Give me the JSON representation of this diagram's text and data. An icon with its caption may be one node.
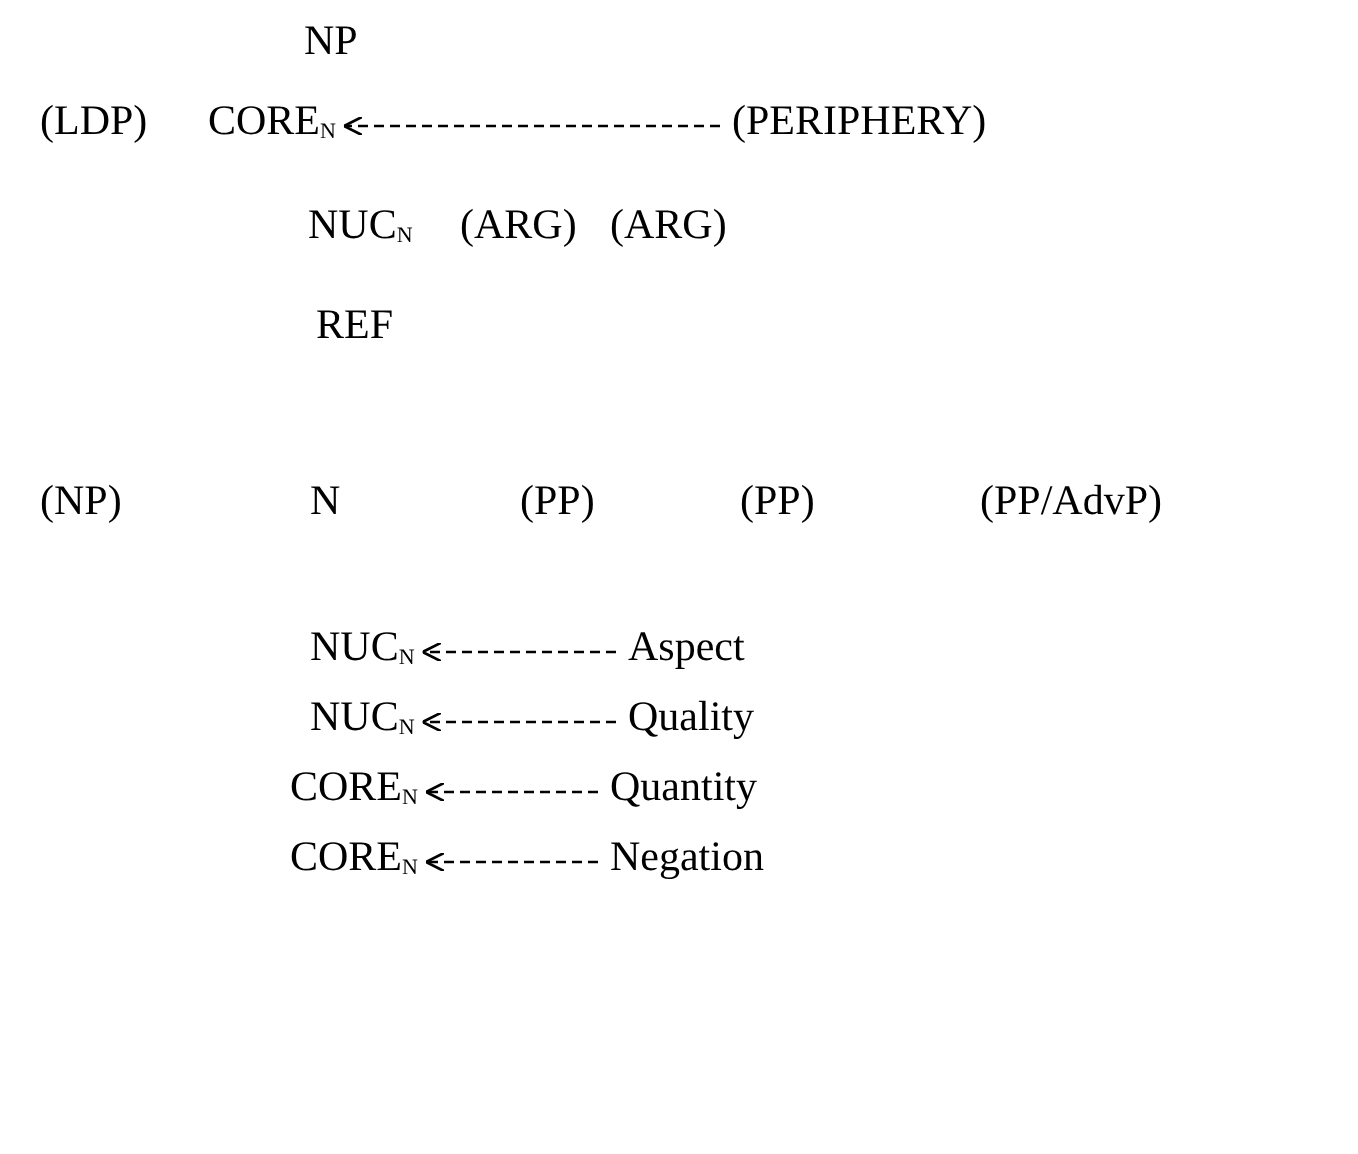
{
  "diagram": {
    "nodes": [
      {
        "text": [
          "NP"
        ]
      },
      {
        "text": [
          "(LDP)"
        ]
      },
      {
        "text": [
          "CORE$_{N}$"
        ]
      },
      {
        "text": [
          "(PERIPHERY)"
        ]
      },
      {
        "text": [
          "NUC$_{N}$"
        ]
      },
      {
        "text": [
          "(ARG)"
        ]
      },
      {
        "text": [
          "(ARG)"
        ]
      },
      {
        "text": [
          "REF"
        ]
      },
      {
        "text": [
          "(NP)"
        ]
      },
      {
        "text": [
          "N"
        ]
      },
      {
        "text": [
          "(PP)"
        ]
      },
      {
        "text": [
          "(PP)"
        ]
      },
      {
        "text": [
          "(PP/AdvP)"
        ]
      },
      {
        "text": [
          "NUC$_{N}$"
        ]
      },
      {
        "text": [
          "Aspect"
        ]
      },
      {
        "text": [
          "NUC$_{N}$"
        ]
      },
      {
        "text": [
          "Quality"
        ]
      },
      {
        "text": [
          "CORE$_{N}$"
        ]
      },
      {
        "text": [
          "Quantity"
        ]
      },
      {
        "text": [
          "CORE$_{N}$"
        ]
      },
      {
        "text": [
          "Negation"
        ]
      }
    ],
    "edges": [
      {
        "from": 3,
        "to": 2,
        "arrow": "to",
        "style": "dashed"
      },
      {
        "from": 14,
        "to": 13,
        "arrow": "to",
        "style": "dashed"
      },
      {
        "from": 16,
        "to": 15,
        "arrow": "to",
        "style": "dashed"
      },
      {
        "from": 18,
        "to": 17,
        "arrow": "to",
        "style": "dashed"
      },
      {
        "from": 20,
        "to": 19,
        "arrow": "to",
        "style": "dashed"
      }
    ]
  }
}
